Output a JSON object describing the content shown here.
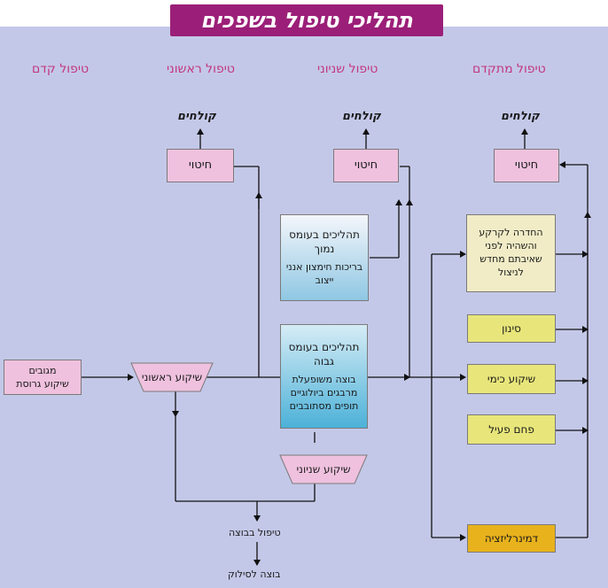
{
  "title": "תהליכי טיפול בשפכים",
  "columns": {
    "advanced": "טיפול מתקדם",
    "secondary": "טיפול שניוני",
    "primary": "טיפול ראשוני",
    "preliminary": "טיפול קדם"
  },
  "outlets": {
    "outlet": "קולחים",
    "disinfection": "חיטוי"
  },
  "secondary_boxes": {
    "low": {
      "title": "תהליכים בעומס נמוך",
      "details": "בריכות חימצון אנני ייצוב"
    },
    "high": {
      "title": "תהליכים בעומס גבוה",
      "details": "בוצה משופעלת מרבגים ביולוגיים תופים מסתובבים"
    }
  },
  "advanced_boxes": {
    "recharge": "החדרה לקרקע והשהיה לפני שאיבתם מחדש לניצול",
    "filtration": "סינון",
    "chemical": "שיקוע כימי",
    "carbon": "פחם פעיל",
    "demineralization": "דמינרליזציה"
  },
  "preliminary_box": {
    "line1": "מגובים",
    "line2": "שיקוע גרוסת"
  },
  "primary_settling": "שיקוע ראשוני",
  "secondary_settling": "שיקוע שניוני",
  "sludge": {
    "treatment": "טיפול בבוצה",
    "disposal": "בוצה לסילוק"
  }
}
